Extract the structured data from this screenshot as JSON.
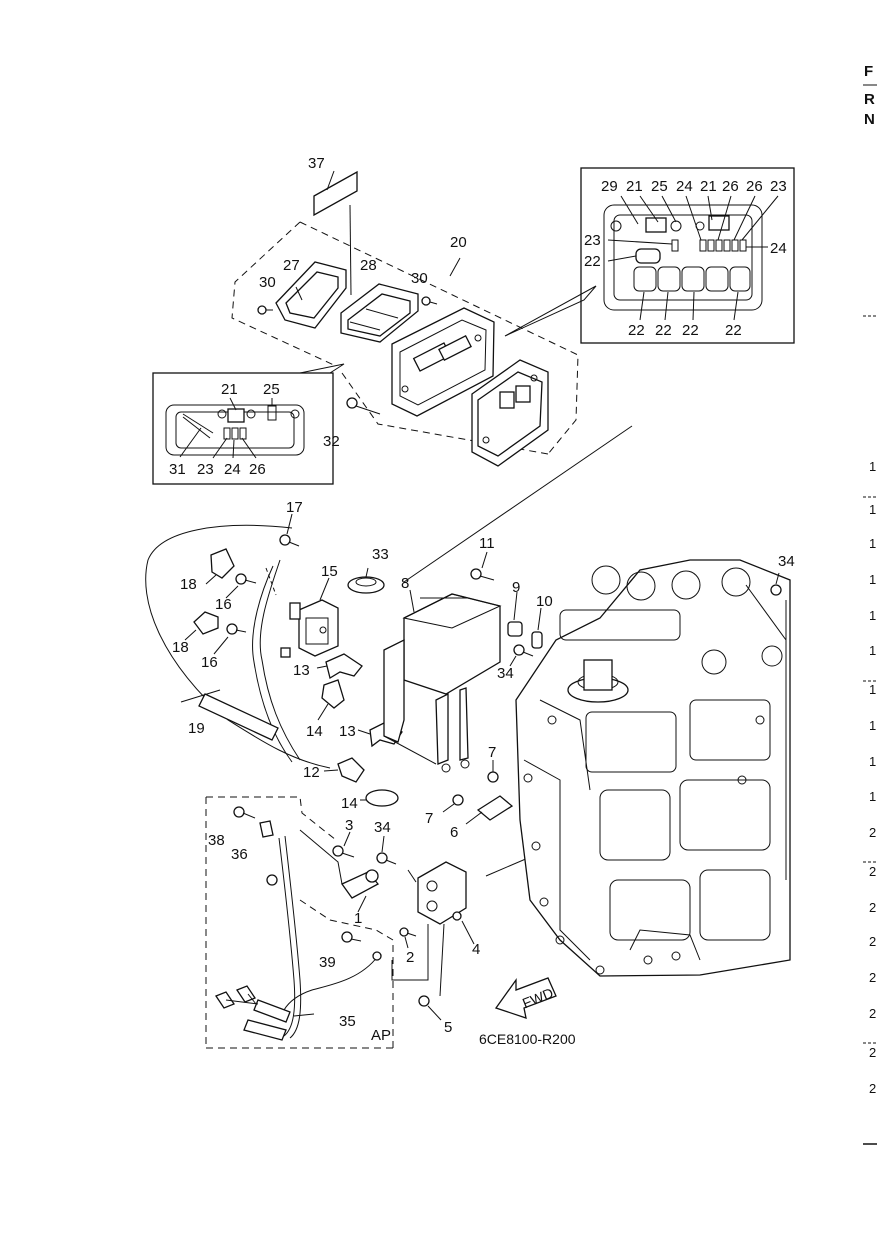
{
  "diagram_code": "6CE8100-R200",
  "fwd_label": "FWD",
  "ap_label": "AP",
  "callouts": [
    "1",
    "2",
    "3",
    "4",
    "5",
    "6",
    "7",
    "7",
    "8",
    "9",
    "10",
    "11",
    "12",
    "13",
    "13",
    "14",
    "14",
    "15",
    "16",
    "16",
    "17",
    "18",
    "18",
    "19",
    "20",
    "21",
    "21",
    "21",
    "22",
    "22",
    "22",
    "22",
    "22",
    "23",
    "23",
    "23",
    "24",
    "24",
    "24",
    "25",
    "25",
    "26",
    "26",
    "26",
    "27",
    "28",
    "29",
    "30",
    "30",
    "31",
    "32",
    "33",
    "34",
    "34",
    "34",
    "35",
    "36",
    "37",
    "38",
    "39"
  ],
  "edge_letters": [
    "F",
    "R",
    "N"
  ],
  "edge_numbers": [
    "1",
    "1",
    "1",
    "1",
    "1",
    "1",
    "1",
    "1",
    "1",
    "1",
    "2",
    "2",
    "2",
    "2",
    "2",
    "2",
    "2",
    "2"
  ]
}
